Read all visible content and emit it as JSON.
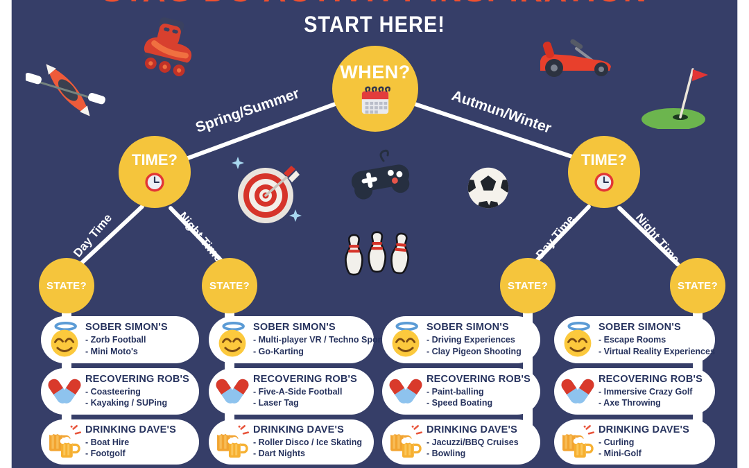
{
  "colors": {
    "background_navy": "#363e68",
    "node_yellow": "#f5c53c",
    "title_orange": "#f1502f",
    "box_text_navy": "#27335e",
    "line_white": "#ffffff"
  },
  "title_clipped": "STAG DO ACTIVITY INSPIRATION",
  "labels": {
    "start": "START HERE!",
    "when": "WHEN?",
    "time": "TIME?",
    "state": "STATE?",
    "spring_summer": "Spring/Summer",
    "autumn_winter": "Autmun/Winter",
    "day_time": "Day Time",
    "night_time": "Night Time"
  },
  "category_icons": [
    "halo-smiley-icon",
    "pills-icon",
    "beer-mugs-icon"
  ],
  "decor_icons": [
    "kayak-icon",
    "roller-skate-icon",
    "go-kart-icon",
    "golf-flag-icon",
    "dart-target-icon",
    "gamepad-icon",
    "soccer-ball-icon",
    "bowling-pins-icon",
    "calendar-icon",
    "clock-icon"
  ],
  "columns": [
    {
      "groups": [
        {
          "title": "SOBER SIMON'S",
          "icon": "halo-smiley-icon",
          "items": [
            "- Zorb Football",
            "- Mini Moto's"
          ]
        },
        {
          "title": "RECOVERING ROB'S",
          "icon": "pills-icon",
          "items": [
            "- Coasteering",
            "- Kayaking / SUPing"
          ]
        },
        {
          "title": "DRINKING DAVE'S",
          "icon": "beer-mugs-icon",
          "items": [
            "- Boat Hire",
            "- Footgolf"
          ]
        }
      ]
    },
    {
      "groups": [
        {
          "title": "SOBER SIMON'S",
          "icon": "halo-smiley-icon",
          "items": [
            "- Multi-player VR / Techno Sports",
            "- Go-Karting"
          ]
        },
        {
          "title": "RECOVERING ROB'S",
          "icon": "pills-icon",
          "items": [
            "- Five-A-Side Football",
            "- Laser Tag"
          ]
        },
        {
          "title": "DRINKING DAVE'S",
          "icon": "beer-mugs-icon",
          "items": [
            "- Roller Disco / Ice Skating",
            "- Dart Nights"
          ]
        }
      ]
    },
    {
      "groups": [
        {
          "title": "SOBER SIMON'S",
          "icon": "halo-smiley-icon",
          "items": [
            "- Driving Experiences",
            "- Clay Pigeon Shooting"
          ]
        },
        {
          "title": "RECOVERING ROB'S",
          "icon": "pills-icon",
          "items": [
            "- Paint-balling",
            "- Speed Boating"
          ]
        },
        {
          "title": "DRINKING DAVE'S",
          "icon": "beer-mugs-icon",
          "items": [
            "- Jacuzzi/BBQ Cruises",
            "- Bowling"
          ]
        }
      ]
    },
    {
      "groups": [
        {
          "title": "SOBER SIMON'S",
          "icon": "halo-smiley-icon",
          "items": [
            "- Escape Rooms",
            "- Virtual Reality Experiences"
          ]
        },
        {
          "title": "RECOVERING ROB'S",
          "icon": "pills-icon",
          "items": [
            "- Immersive Crazy Golf",
            "- Axe Throwing"
          ]
        },
        {
          "title": "DRINKING DAVE'S",
          "icon": "beer-mugs-icon",
          "items": [
            "- Curling",
            "- Mini-Golf"
          ]
        }
      ]
    }
  ]
}
